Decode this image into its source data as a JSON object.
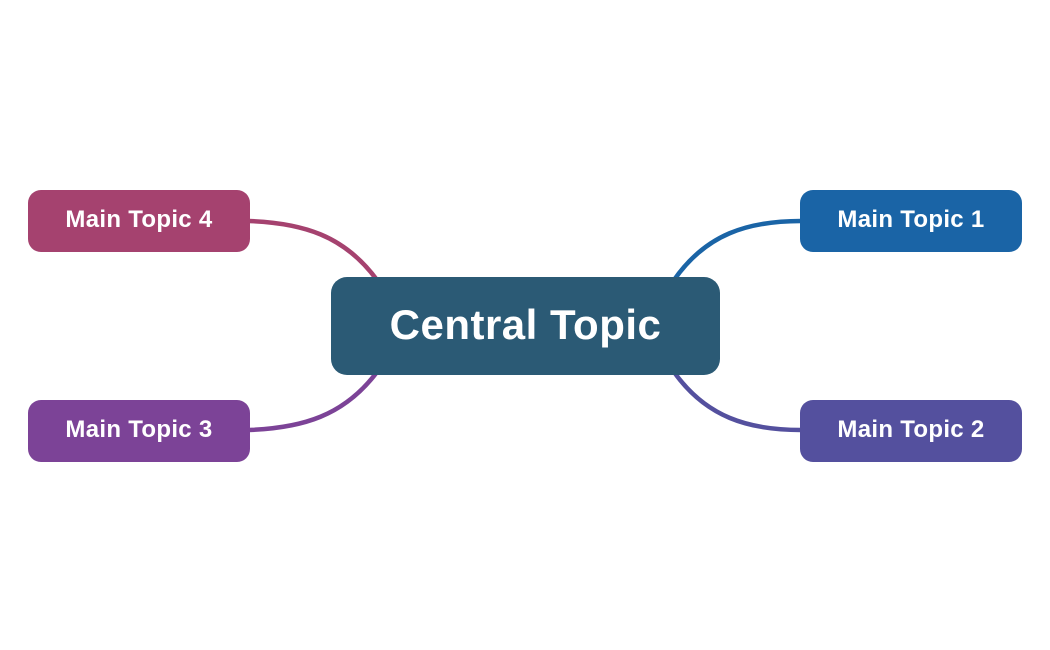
{
  "diagram": {
    "type": "mindmap",
    "background_color": "#ffffff",
    "text_color": "#ffffff",
    "central": {
      "label": "Central Topic",
      "color": "#2b5a75"
    },
    "topics": [
      {
        "label": "Main Topic 1",
        "color": "#1a64a6",
        "position": "top-right"
      },
      {
        "label": "Main Topic 2",
        "color": "#54509e",
        "position": "bottom-right"
      },
      {
        "label": "Main Topic 3",
        "color": "#7c4397",
        "position": "bottom-left"
      },
      {
        "label": "Main Topic 4",
        "color": "#a5426f",
        "position": "top-left"
      }
    ]
  }
}
